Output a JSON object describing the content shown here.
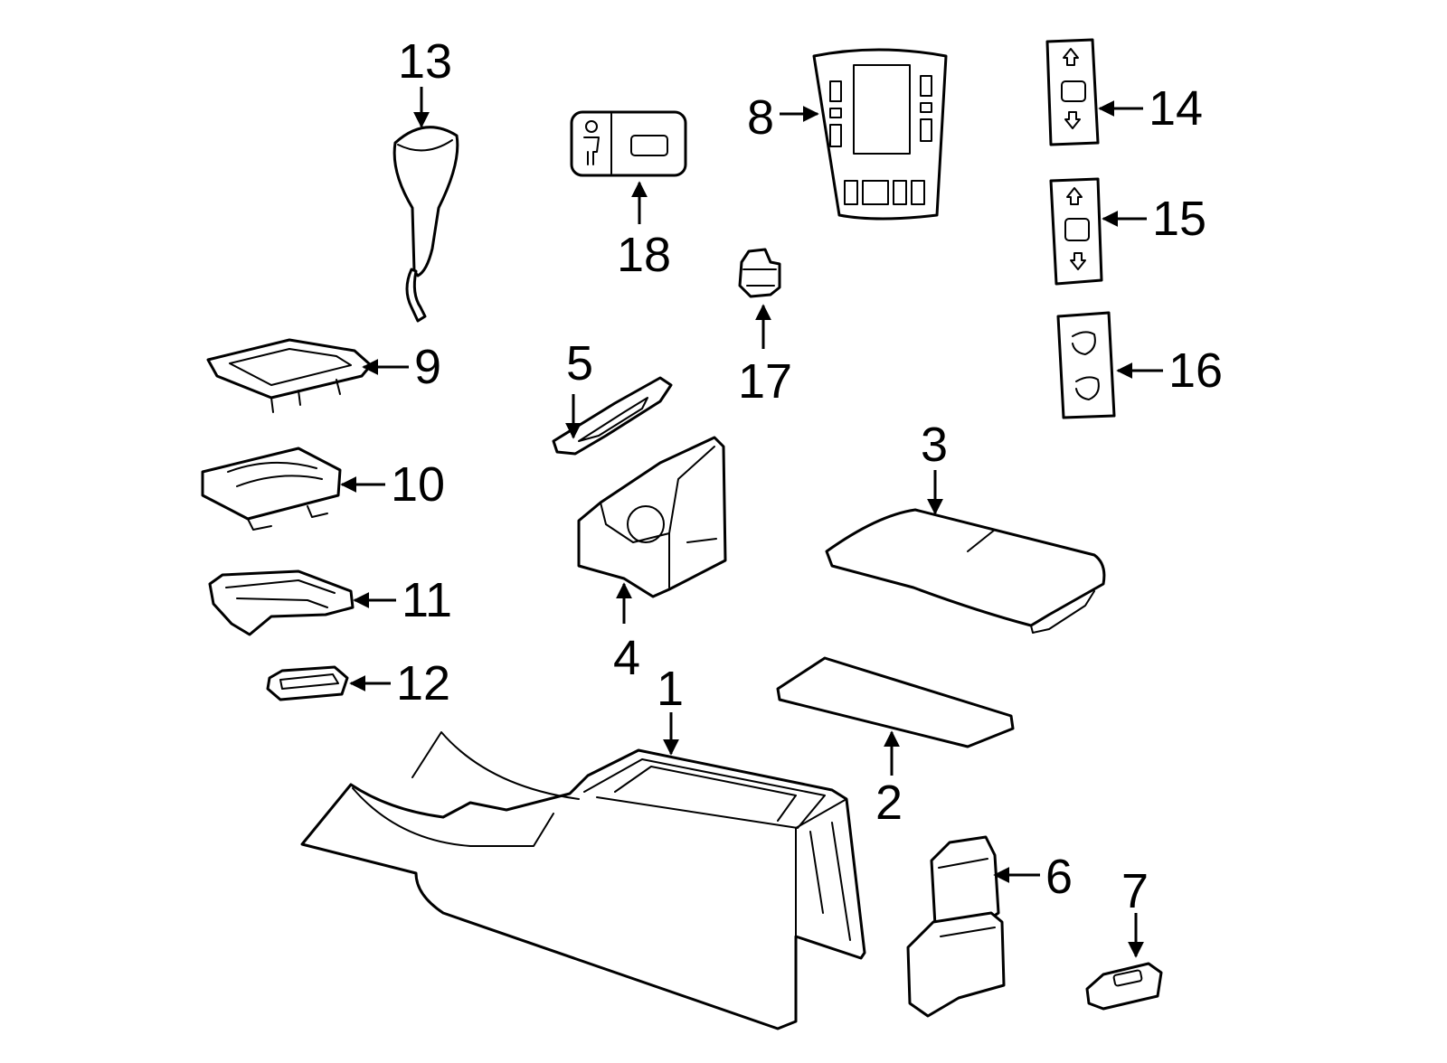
{
  "diagram": {
    "callouts": {
      "c1": "1",
      "c2": "2",
      "c3": "3",
      "c4": "4",
      "c5": "5",
      "c6": "6",
      "c7": "7",
      "c8": "8",
      "c9": "9",
      "c10": "10",
      "c11": "11",
      "c12": "12",
      "c13": "13",
      "c14": "14",
      "c15": "15",
      "c16": "16",
      "c17": "17",
      "c18": "18"
    }
  }
}
